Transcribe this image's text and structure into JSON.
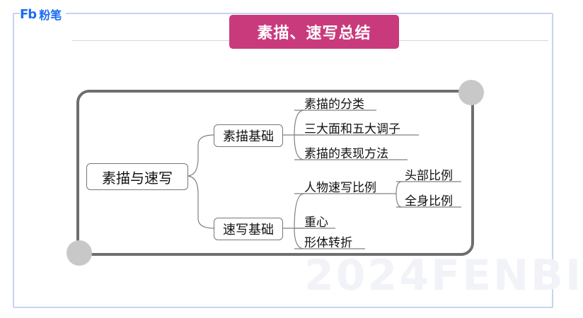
{
  "brand": {
    "mark": "Fb",
    "name": "粉笔"
  },
  "title": "素描、速写总结",
  "watermark": "2024FENBI",
  "mindmap": {
    "root": "素描与速写",
    "branch1": {
      "label": "素描基础",
      "children": [
        "素描的分类",
        "三大面和五大调子",
        "素描的表现方法"
      ]
    },
    "branch2": {
      "label": "速写基础",
      "children": [
        "人物速写比例",
        "重心",
        "形体转折"
      ],
      "sub": [
        "头部比例",
        "全身比例"
      ]
    }
  }
}
